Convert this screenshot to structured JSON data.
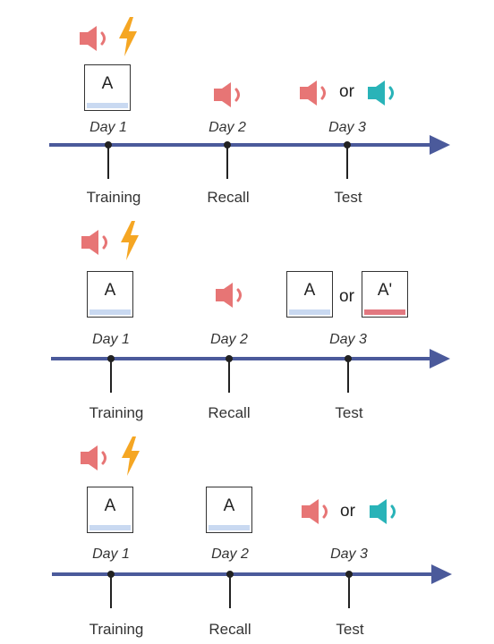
{
  "colors": {
    "axis": "#4b5a9b",
    "tick": "#222222",
    "tone_red": "#e77575",
    "tone_teal": "#29b3b8",
    "shock": "#f5a623",
    "strip_blue": "#c9d9f1",
    "strip_red": "#e27880"
  },
  "panels": [
    {
      "days": [
        "Day 1",
        "Day 2",
        "Day 3"
      ],
      "phases": [
        "Training",
        "Recall",
        "Test"
      ],
      "training": {
        "icons": [
          "red-speaker-icon",
          "lightning-icon"
        ],
        "box": {
          "letter": "A",
          "strip": "blue"
        }
      },
      "recall": {
        "icon": "red-speaker-icon"
      },
      "test": {
        "left": "red-speaker-icon",
        "or": "or",
        "right": "teal-speaker-icon"
      }
    },
    {
      "days": [
        "Day 1",
        "Day 2",
        "Day 3"
      ],
      "phases": [
        "Training",
        "Recall",
        "Test"
      ],
      "training": {
        "icons": [
          "red-speaker-icon",
          "lightning-icon"
        ],
        "box": {
          "letter": "A",
          "strip": "blue"
        }
      },
      "recall": {
        "icon": "red-speaker-icon"
      },
      "test": {
        "left_box": {
          "letter": "A",
          "strip": "blue"
        },
        "or": "or",
        "right_box": {
          "letter": "A'",
          "strip": "red"
        }
      }
    },
    {
      "days": [
        "Day 1",
        "Day 2",
        "Day 3"
      ],
      "phases": [
        "Training",
        "Recall",
        "Test"
      ],
      "training": {
        "icons": [
          "red-speaker-icon",
          "lightning-icon"
        ],
        "box": {
          "letter": "A",
          "strip": "blue"
        }
      },
      "recall": {
        "box": {
          "letter": "A",
          "strip": "blue"
        }
      },
      "test": {
        "left": "red-speaker-icon",
        "or": "or",
        "right": "teal-speaker-icon"
      }
    }
  ]
}
